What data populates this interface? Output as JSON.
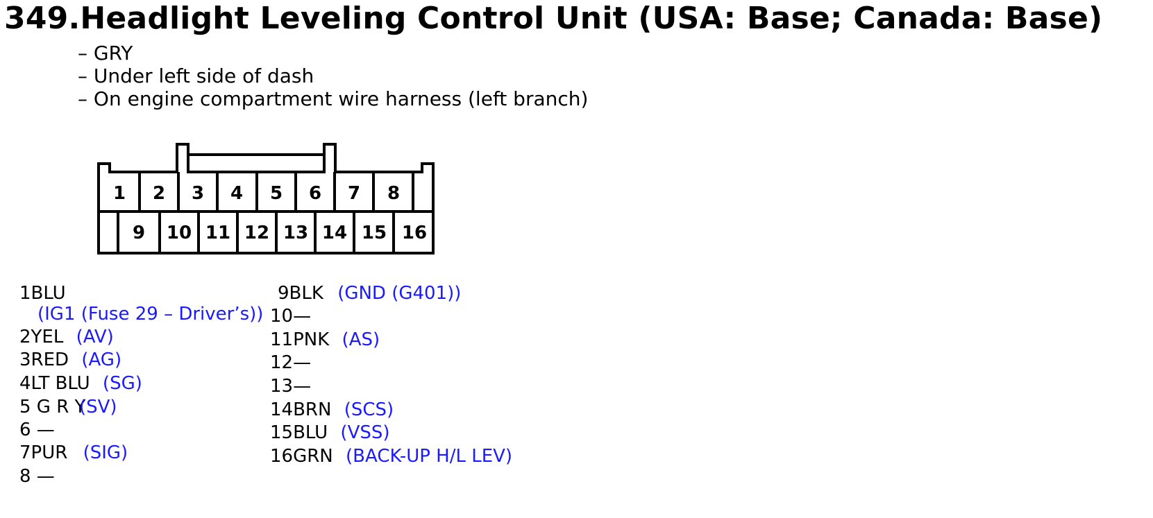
{
  "header": {
    "title": "349.Headlight Leveling Control Unit (USA: Base; Canada: Base)"
  },
  "info": [
    "– GRY",
    "– Under left side of dash",
    "– On engine compartment wire harness (left branch)"
  ],
  "connector": {
    "top_pins": [
      "1",
      "2",
      "3",
      "4",
      "5",
      "6",
      "7",
      "8"
    ],
    "bottom_pins": [
      "9",
      "10",
      "11",
      "12",
      "13",
      "14",
      "15",
      "16"
    ]
  },
  "pinout": {
    "left": [
      {
        "id": "1",
        "wire": "BLU",
        "circuit": ""
      },
      {
        "id": "",
        "wire": "",
        "circuit": "(IG1 (Fuse 29 – Driver’s))"
      },
      {
        "id": "2",
        "wire": "YEL",
        "circuit": "(AV)"
      },
      {
        "id": "3",
        "wire": "RED",
        "circuit": "(AG)"
      },
      {
        "id": "4",
        "wire": "LT BLU",
        "circuit": "(SG)"
      },
      {
        "id": "5",
        "wire": " G R Y",
        "circuit": "(SV)"
      },
      {
        "id": "6",
        "wire": " —",
        "circuit": ""
      },
      {
        "id": "7",
        "wire": "PUR",
        "circuit": "(SIG)"
      },
      {
        "id": "8",
        "wire": " —",
        "circuit": ""
      }
    ],
    "right": [
      {
        "id": "9",
        "wire": "BLK",
        "circuit": "(GND (G401))"
      },
      {
        "id": "10",
        "wire": "—",
        "circuit": ""
      },
      {
        "id": "11",
        "wire": "PNK",
        "circuit": "(AS)"
      },
      {
        "id": "12",
        "wire": "—",
        "circuit": ""
      },
      {
        "id": "13",
        "wire": "—",
        "circuit": ""
      },
      {
        "id": "14",
        "wire": "BRN",
        "circuit": "(SCS)"
      },
      {
        "id": "15",
        "wire": "BLU",
        "circuit": "(VSS)"
      },
      {
        "id": "16",
        "wire": "GRN",
        "circuit": "(BACK-UP H/L LEV)"
      }
    ]
  },
  "colors": {
    "circuit_text": "#1a1aff",
    "outline": "#000000"
  }
}
